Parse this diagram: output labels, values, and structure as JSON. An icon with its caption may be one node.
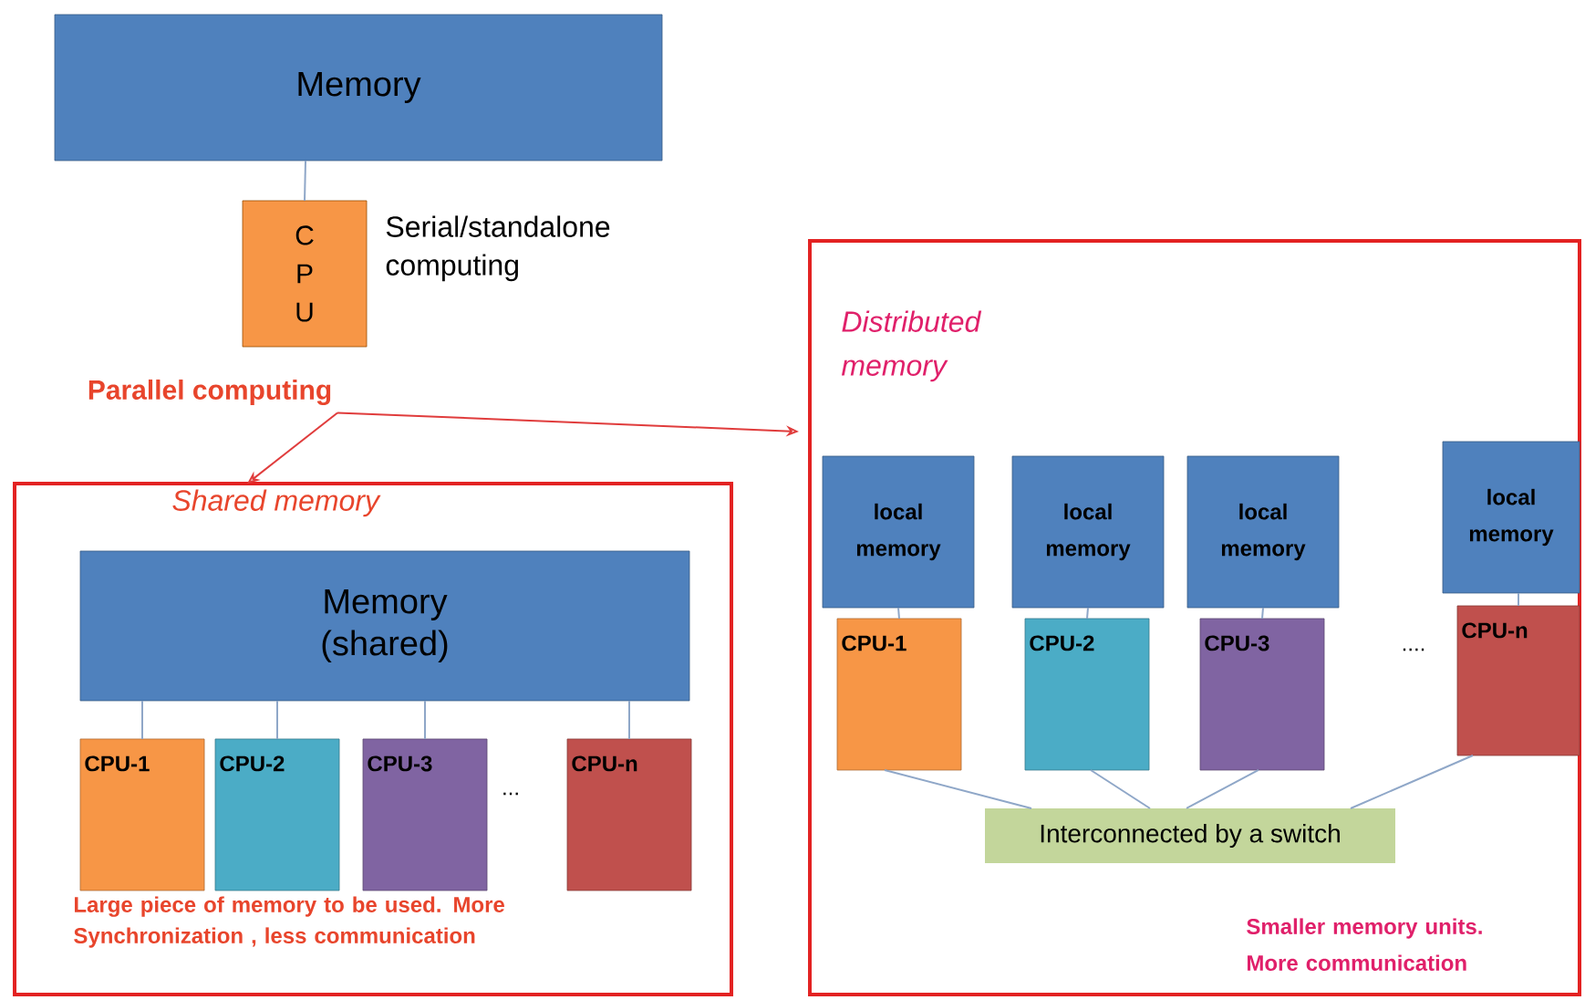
{
  "diagram": {
    "nodes": [
      {
        "text": [
          "Memory"
        ]
      },
      {
        "text": [
          "C P U"
        ],
        "beside": [
          "Serial/standalone computing"
        ]
      },
      {
        "text": [
          "Parallel computing"
        ]
      },
      {
        "text": [
          "Shared memory",
          "Large piece of memory to be used. More Synchronization , less communication"
        ]
      },
      {
        "text": [
          "Memory (shared)"
        ],
        "in": 3
      },
      {
        "text": [
          "CPU-1"
        ],
        "in": 3
      },
      {
        "text": [
          "CPU-2"
        ],
        "in": 3
      },
      {
        "text": [
          "CPU-3"
        ],
        "in": 3
      },
      {
        "text": [
          "CPU-n"
        ],
        "in": 3
      },
      {
        "text": [
          "Distributed memory",
          "Smaller memory units. More communication"
        ]
      },
      {
        "text": [
          "local memory"
        ],
        "in": 9
      },
      {
        "text": [
          "local memory"
        ],
        "in": 9
      },
      {
        "text": [
          "local memory"
        ],
        "in": 9
      },
      {
        "text": [
          "local memory"
        ],
        "in": 9
      },
      {
        "text": [
          "CPU-1"
        ],
        "in": 9
      },
      {
        "text": [
          "CPU-2"
        ],
        "in": 9
      },
      {
        "text": [
          "CPU-3"
        ],
        "in": 9
      },
      {
        "text": [
          "CPU-n"
        ],
        "in": 9
      },
      {
        "text": [
          "Interconnected by a switch"
        ],
        "in": 9
      }
    ],
    "edges": [
      {
        "from": 0,
        "to": 1,
        "arrow": "none"
      },
      {
        "from": 2,
        "to": 3,
        "arrow": "to",
        "color": "#e03c3c"
      },
      {
        "from": 2,
        "to": 9,
        "arrow": "to",
        "color": "#e03c3c"
      },
      {
        "from": 4,
        "to": 5,
        "arrow": "none"
      },
      {
        "from": 4,
        "to": 6,
        "arrow": "none"
      },
      {
        "from": 4,
        "to": 7,
        "arrow": "none"
      },
      {
        "from": 4,
        "to": 8,
        "arrow": "none"
      },
      {
        "from": 10,
        "to": 14,
        "arrow": "none"
      },
      {
        "from": 11,
        "to": 15,
        "arrow": "none"
      },
      {
        "from": 12,
        "to": 16,
        "arrow": "none"
      },
      {
        "from": 13,
        "to": 17,
        "arrow": "none"
      },
      {
        "from": 14,
        "to": 18,
        "arrow": "none"
      },
      {
        "from": 15,
        "to": 18,
        "arrow": "none"
      },
      {
        "from": 16,
        "to": 18,
        "arrow": "none"
      },
      {
        "from": 17,
        "to": 18,
        "arrow": "none"
      }
    ],
    "labels": [
      "...",
      "...."
    ]
  }
}
